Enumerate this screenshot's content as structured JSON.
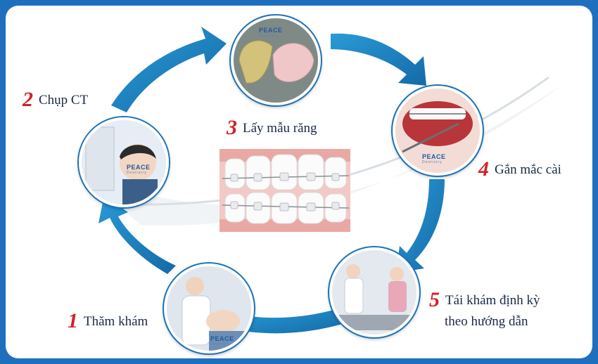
{
  "brand": {
    "name": "PEACE",
    "sub": "Dentistry"
  },
  "steps": [
    {
      "num": "1",
      "label": "Thăm khám"
    },
    {
      "num": "2",
      "label": "Chụp CT"
    },
    {
      "num": "3",
      "label": "Lấy mẫu răng"
    },
    {
      "num": "4",
      "label": "Gắn mắc cài"
    },
    {
      "num": "5",
      "label_line1": "Tái khám định kỳ",
      "label_line2": "theo hướng dẫn"
    }
  ],
  "colors": {
    "frame": "#1f6fbf",
    "arrow": "#1d86c6",
    "number": "#d32028"
  }
}
